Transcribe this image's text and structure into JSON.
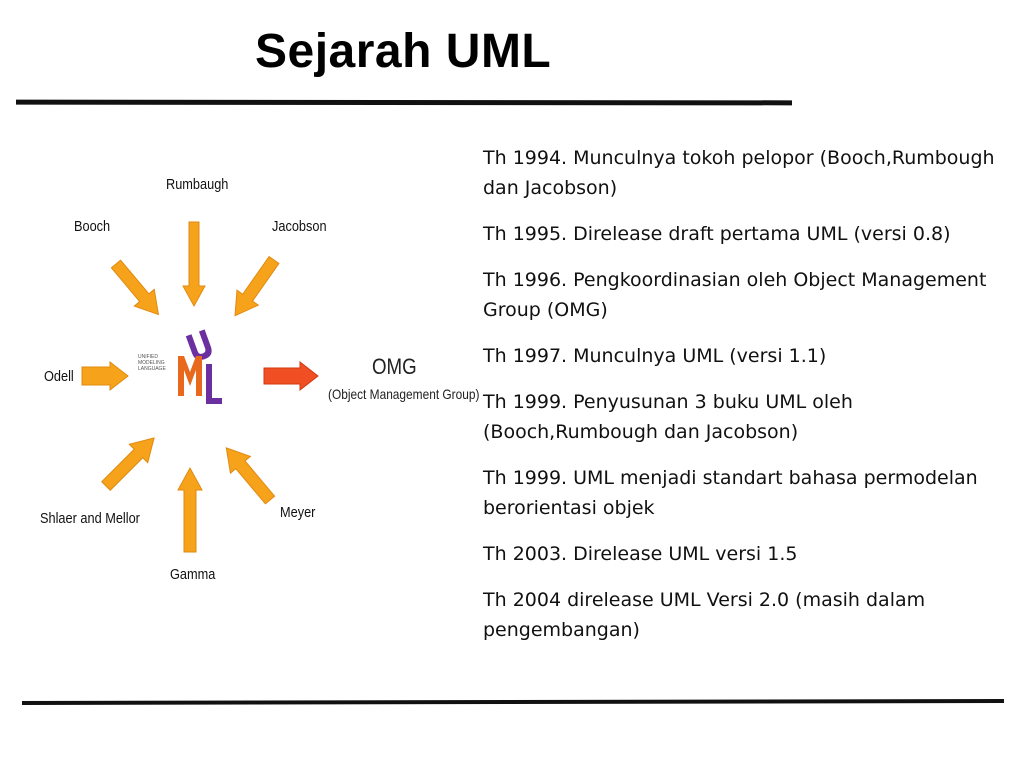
{
  "slide": {
    "title": "Sejarah UML"
  },
  "diagram": {
    "center_logo": {
      "letters": [
        "U",
        "M",
        "L"
      ],
      "side_text": [
        "UNIFIED",
        "MODELING",
        "LANGUAGE"
      ]
    },
    "contributors": {
      "rumbaugh": "Rumbaugh",
      "booch": "Booch",
      "jacobson": "Jacobson",
      "odell": "Odell",
      "shlaer_mellor": "Shlaer and Mellor",
      "gamma": "Gamma",
      "meyer": "Meyer"
    },
    "output": {
      "name": "OMG",
      "full_name": "(Object Management Group)"
    },
    "colors": {
      "input_arrow": "#F7A21B",
      "output_arrow": "#F04E23",
      "logo_purple": "#6B2FA0",
      "logo_orange": "#E8681E"
    }
  },
  "timeline": [
    "Th 1994.  Munculnya tokoh pelopor (Booch,Rumbough dan Jacobson)",
    "Th 1995. Direlease draft pertama UML (versi 0.8)",
    "Th 1996. Pengkoordinasian oleh Object Management Group (OMG)",
    "Th 1997. Munculnya UML (versi 1.1)",
    "Th 1999. Penyusunan 3 buku UML oleh (Booch,Rumbough dan Jacobson)",
    "Th 1999. UML menjadi standart bahasa permodelan berorientasi objek",
    "Th 2003. Direlease UML versi 1.5",
    "Th 2004 direlease UML Versi 2.0 (masih dalam pengembangan)"
  ]
}
